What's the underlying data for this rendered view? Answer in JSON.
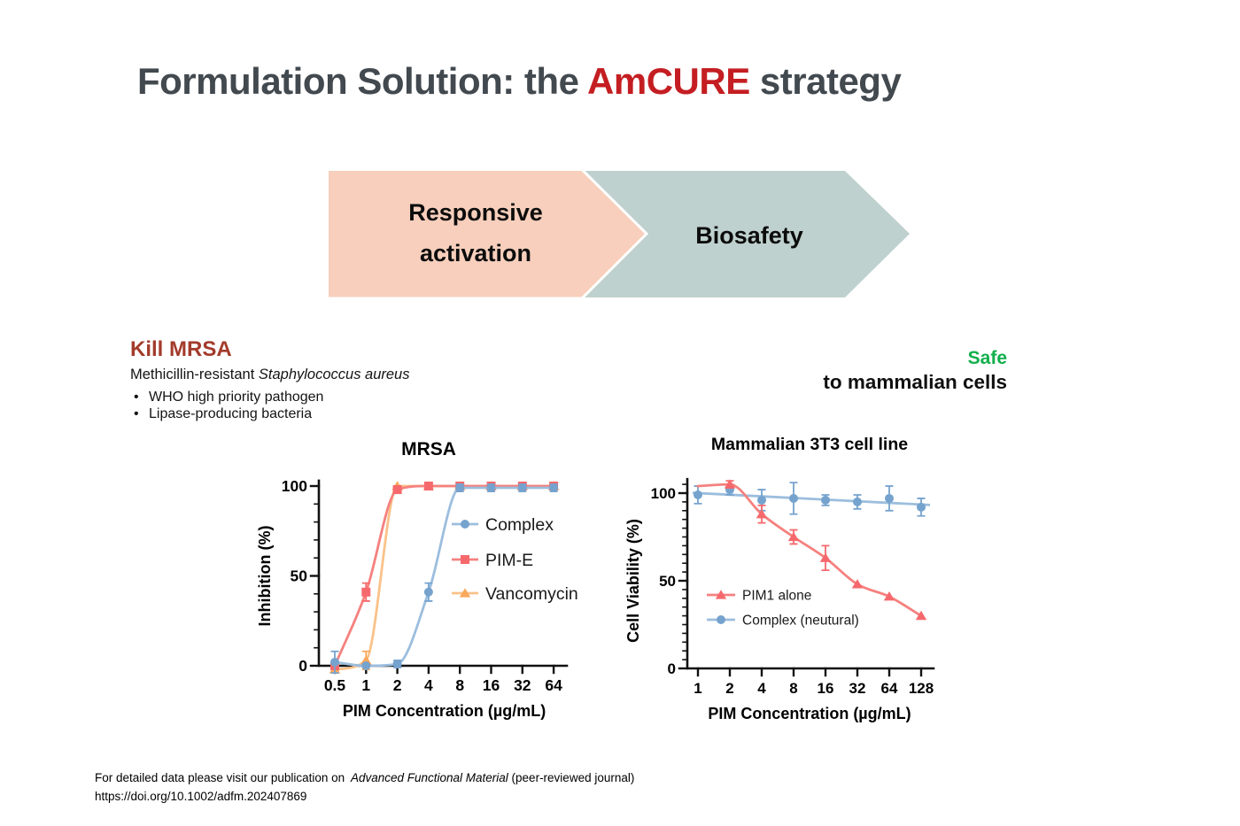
{
  "slide": {
    "title": {
      "prefix": "Formulation Solution: the ",
      "highlight": "AmCURE",
      "suffix": " strategy"
    },
    "flow": {
      "step1_line1": "Responsive",
      "step1_line2": "activation",
      "step2": "Biosafety"
    },
    "left_panel": {
      "heading": "Kill MRSA",
      "subheading_prefix": "Methicillin-resistant ",
      "subheading_italic": "Staphylococcus aureus",
      "bullets": [
        "WHO high priority pathogen",
        "Lipase-producing bacteria"
      ]
    },
    "right_panel": {
      "heading": "Safe",
      "subheading": "to mammalian cells"
    },
    "footer": {
      "line1_prefix": "For detailed data please visit our publication on ",
      "line1_italic": "Advanced Functional Material",
      "line1_suffix": " (peer-reviewed journal)",
      "line2": "https://doi.org/10.1002/adfm.202407869"
    }
  },
  "colors": {
    "title_gray": "#42494f",
    "title_red": "#c41e22",
    "arrow_peach": "#f7cfbc",
    "arrow_sage": "#bfd1ce",
    "kill_red": "#a33b2b",
    "safe_green": "#11af4c",
    "series_blue": "#76a3ce",
    "series_blue_line": "#9cbede",
    "series_red": "#f5696d",
    "series_red_line": "#f5817f",
    "series_orange": "#f9a85c",
    "series_orange_line": "#fac289",
    "axis_black": "#111111"
  },
  "chart_data": [
    {
      "type": "line",
      "title": "MRSA",
      "xlabel": "PIM Concentration (µg/mL)",
      "ylabel": "Inhibition (%)",
      "x_scale": "log2",
      "categories": [
        0.5,
        1,
        2,
        4,
        8,
        16,
        32,
        64
      ],
      "x_tick_labels": [
        "0.5",
        "1",
        "2",
        "4",
        "8",
        "16",
        "32",
        "64"
      ],
      "ylim": [
        0,
        100
      ],
      "y_ticks": [
        0,
        50,
        100
      ],
      "y_minor_step": 10,
      "grid": false,
      "legend_position": "inside-right",
      "series": [
        {
          "name": "Complex",
          "marker": "circle",
          "color": "#76a3ce",
          "line_color": "#9cbede",
          "curve": "smooth",
          "values": [
            2,
            0,
            1,
            41,
            99,
            99,
            99,
            99
          ],
          "errors": [
            6,
            1,
            2,
            5,
            2,
            2,
            2,
            2
          ]
        },
        {
          "name": "PIM-E",
          "marker": "square",
          "color": "#f5696d",
          "line_color": "#f5817f",
          "curve": "smooth",
          "values": [
            0,
            41,
            98,
            100,
            100,
            100,
            100,
            100
          ],
          "errors": [
            2,
            5,
            2,
            1,
            1,
            1,
            1,
            1
          ]
        },
        {
          "name": "Vancomycin",
          "marker": "triangle",
          "color": "#f9a85c",
          "line_color": "#fac289",
          "curve": "smooth",
          "values": [
            -2,
            3,
            100,
            100,
            100,
            100,
            100,
            100
          ],
          "errors": [
            1,
            5,
            1,
            1,
            1,
            1,
            1,
            1
          ]
        }
      ]
    },
    {
      "type": "line",
      "title": "Mammalian 3T3 cell line",
      "xlabel": "PIM Concentration (µg/mL)",
      "ylabel": "Cell Viability  (%)",
      "x_scale": "log2",
      "categories": [
        1,
        2,
        4,
        8,
        16,
        32,
        64,
        128
      ],
      "x_tick_labels": [
        "1",
        "2",
        "4",
        "8",
        "16",
        "32",
        "64",
        "128"
      ],
      "ylim": [
        0,
        110
      ],
      "y_ticks": [
        0,
        50,
        100
      ],
      "y_minor_step": 5,
      "grid": false,
      "legend_position": "inside-left",
      "series": [
        {
          "name": "PIM1 alone",
          "marker": "triangle",
          "color": "#f5696d",
          "line_color": "#f5817f",
          "curve": "smooth",
          "values": [
            104,
            105,
            88,
            75,
            63,
            48,
            41,
            30
          ],
          "errors": [
            0,
            2,
            5,
            4,
            7,
            1,
            1,
            1
          ],
          "hide_markers": [
            0
          ]
        },
        {
          "name": "Complex (neutural)",
          "marker": "circle",
          "color": "#76a3ce",
          "line_color": "#9cbede",
          "curve": "linear",
          "values": [
            99,
            102,
            96,
            97,
            96,
            95,
            97,
            92
          ],
          "errors": [
            5,
            3,
            6,
            9,
            3,
            4,
            7,
            5
          ]
        }
      ]
    }
  ]
}
